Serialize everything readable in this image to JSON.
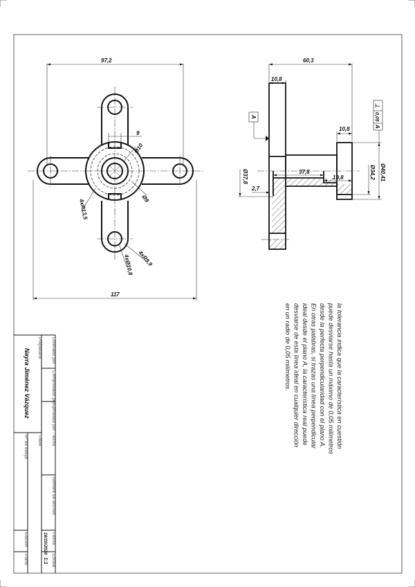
{
  "sheet": {
    "size": [
      600,
      848
    ],
    "border_color": "#777777",
    "line_color": "#111111"
  },
  "front_view": {
    "dimensions": {
      "top_width": "97,2",
      "bottom_width": "117",
      "slot_width": "9",
      "hub_diameter": "Ø10",
      "pitch_diameter": "Ø9",
      "fillet_radius": "4xR13,5",
      "hole_diameter": "4xØ10,8",
      "arm_end_radius": "4xR9,9"
    }
  },
  "section_view": {
    "dimensions": {
      "overall_length": "60,3",
      "flange_thickness": "10,8",
      "hub_thickness": "10,8",
      "bore_depth": "37,8",
      "counterbore_depth": "19,8",
      "step": "2,7",
      "bore_diameter": "Ø37,8",
      "counterbore_diameter": "Ø34,2",
      "outer_diameter": "Ø40,41"
    },
    "datum_label": "A",
    "tolerance_frame": {
      "symbol": "⊥",
      "value": "0,05",
      "datum": "A"
    }
  },
  "note": {
    "lines": [
      "la tolerancia indica que la característica en cuestión",
      "puede desviarse hasta un máximo de 0,05 milímetros",
      "desde la perfecta perpendicularidad con el plano A.",
      "En otras palabras, si trazas una línea perpendicular",
      "ideal desde el plano A, la característica real puede",
      "desviarse de esta línea ideal en cualquier dirección",
      "en un radio de 0,05 milímetros."
    ]
  },
  "title_block": {
    "disenado_por": "Diseñado por",
    "comprobado_por": "Comprobado por",
    "aprobado_por": "Aprobado por - fecha",
    "nombre_archivo": "Nombre de archivo",
    "fecha_label": "Fecha",
    "fecha_value": "16/10/2020",
    "escala_label": "Escala",
    "escala_value": "1:1",
    "propietario_label": "Propietario",
    "propietario_value": "Nayra Jiménez Vázquez",
    "titulo_label": "Título",
    "num_dibujo_label": "Nº de dibujo",
    "edicion_label": "Edición",
    "plano_label": "Plano"
  }
}
